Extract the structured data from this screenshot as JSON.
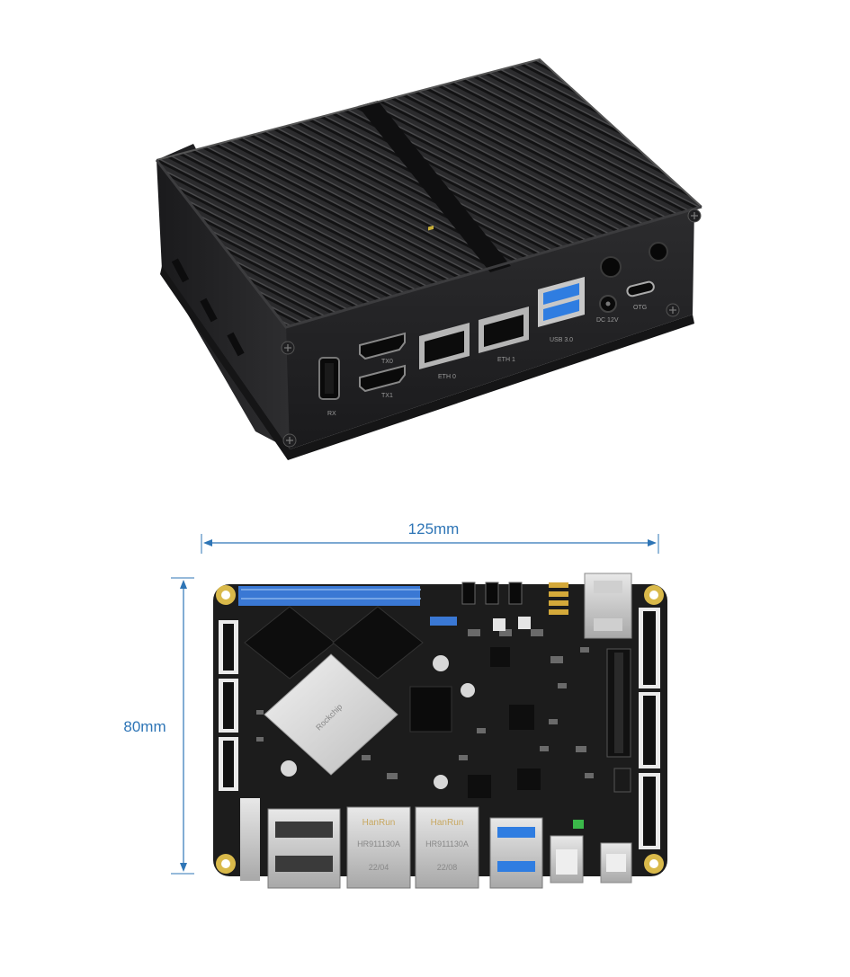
{
  "enclosure": {
    "ports": {
      "rx": "RX",
      "tx0": "TX0",
      "tx1": "TX1",
      "eth0": "ETH 0",
      "eth1": "ETH 1",
      "usb3": "USB 3.0",
      "dc": "DC 12V",
      "otg": "OTG"
    }
  },
  "board": {
    "width_label": "125mm",
    "height_label": "80mm",
    "soc_brand": "Rockchip",
    "jack_brand": "HanRun",
    "jack_models": [
      "HR911130A",
      "HR911130A"
    ],
    "jack_dates": [
      "22/04",
      "22/08"
    ]
  },
  "colors": {
    "dimension_line": "#2e75b6",
    "enclosure": "#2a2a2c",
    "pcb": "#1c1c1c",
    "gpio_header": "#3a78d4",
    "usb3_blue": "#2f7de1"
  }
}
